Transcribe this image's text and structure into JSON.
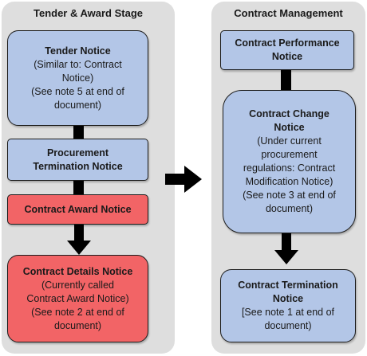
{
  "left_stage": {
    "title": "Tender & Award Stage",
    "tender_notice": {
      "title": "Tender Notice",
      "note1": "(Similar to: Contract",
      "note2": "Notice)",
      "note3": "(See note 5 at end of",
      "note4": "document)"
    },
    "procurement_termination": {
      "title1": "Procurement",
      "title2": "Termination Notice"
    },
    "contract_award": {
      "title": "Contract Award Notice"
    },
    "contract_details": {
      "title": "Contract Details Notice",
      "note1": "(Currently called",
      "note2": "Contract Award Notice)",
      "note3": "(See note 2 at end of",
      "note4": "document)"
    }
  },
  "right_stage": {
    "title": "Contract Management",
    "contract_performance": {
      "title1": "Contract Performance",
      "title2": "Notice"
    },
    "contract_change": {
      "title1": "Contract Change",
      "title2": "Notice",
      "note1": "(Under current",
      "note2": "procurement",
      "note3": "regulations: Contract",
      "note4": "Modification Notice)",
      "note5": "(See note 3 at end of",
      "note6": "document)"
    },
    "contract_termination": {
      "title1": "Contract Termination",
      "title2": "Notice",
      "note1": "[See note 1 at end of",
      "note2": "document)"
    }
  },
  "colors": {
    "stage_bg": "#dedede",
    "blue_box": "#b3c6e7",
    "red_box": "#f26466",
    "connector": "#000000"
  }
}
